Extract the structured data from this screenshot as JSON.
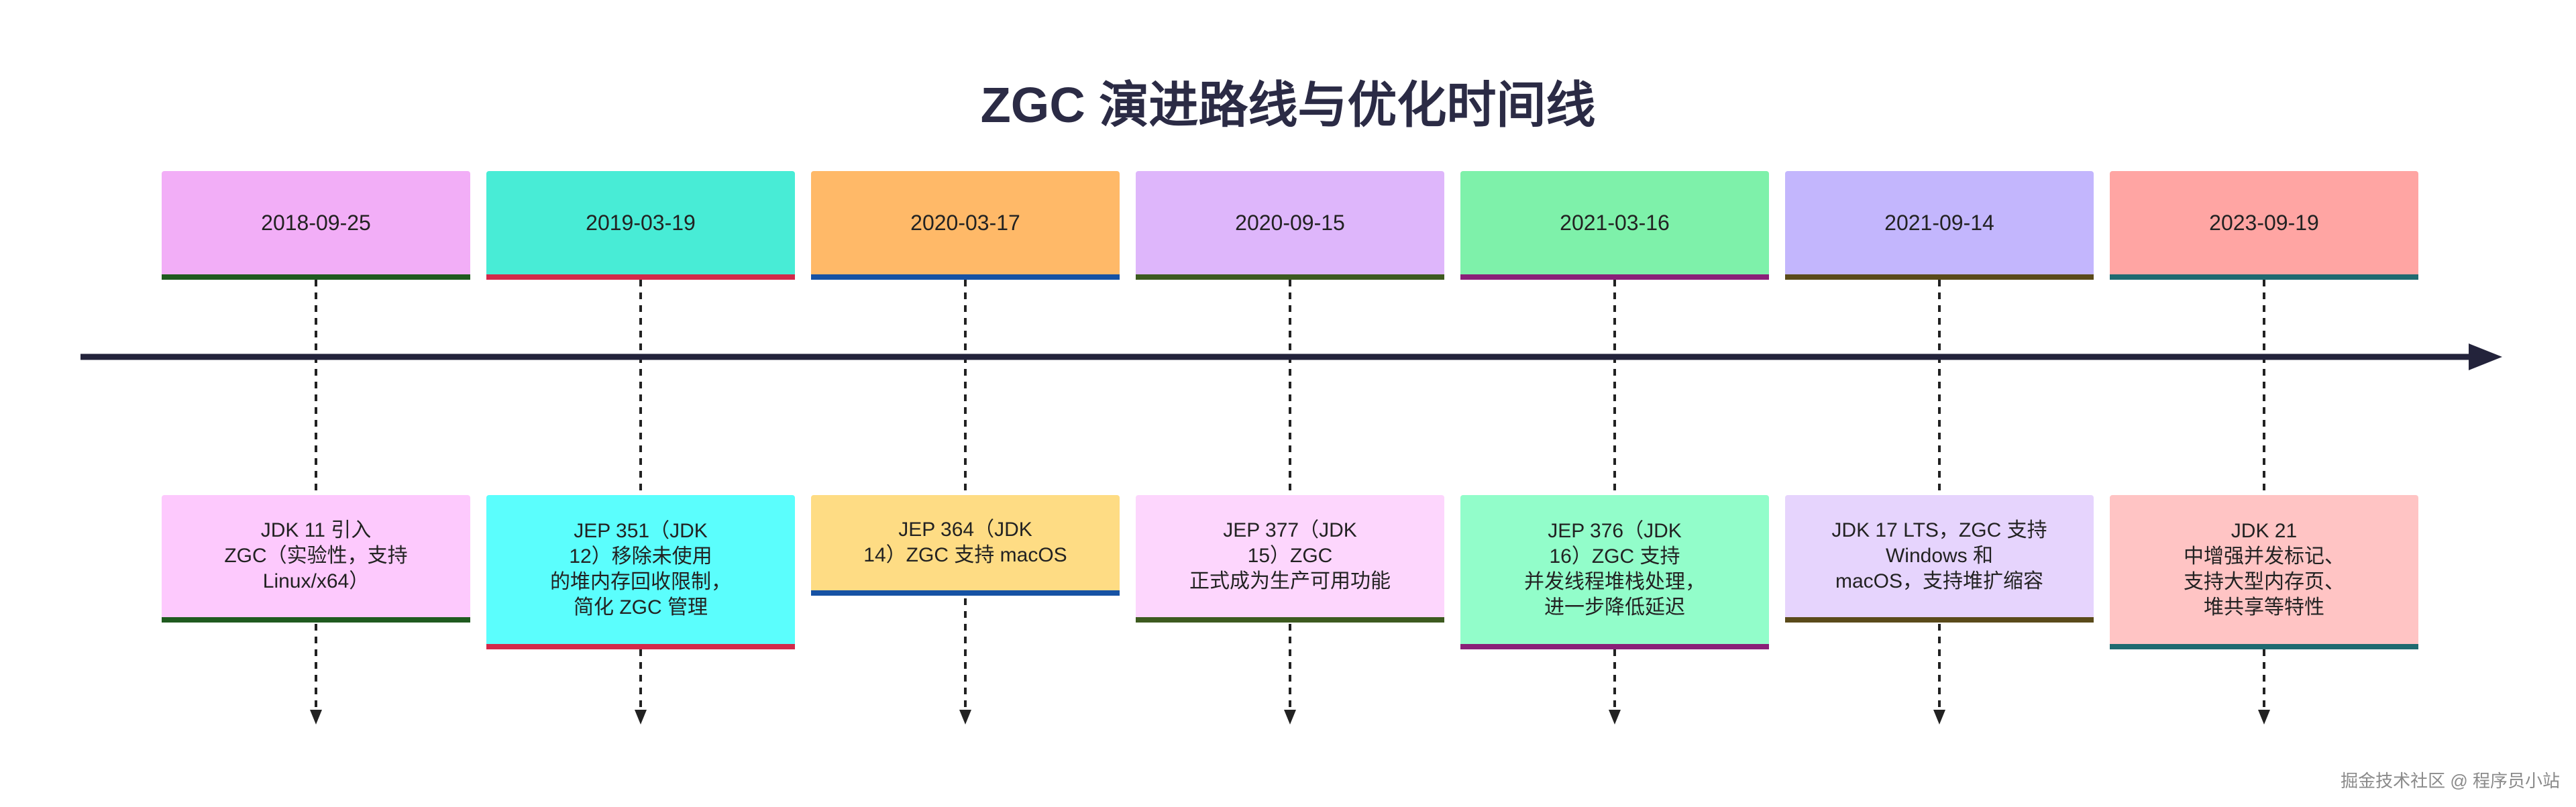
{
  "title": "ZGC 演进路线与优化时间线",
  "watermark": "掘金技术社区 @ 程序员小站",
  "events": [
    {
      "date": "2018-09-25",
      "text": "JDK 11 引入\nZGC（实验性，支持\nLinux/x64）",
      "date_color": "#f2aef7",
      "event_color": "#fdc9fd",
      "line_color": "#1f5a1f"
    },
    {
      "date": "2019-03-19",
      "text": "JEP 351（JDK\n12）移除未使用\n的堆内存回收限制，\n简化 ZGC 管理",
      "date_color": "#48ecd6",
      "event_color": "#5bfefd",
      "line_color": "#d3294a"
    },
    {
      "date": "2020-03-17",
      "text": "JEP 364（JDK\n14）ZGC 支持 macOS",
      "date_color": "#ffb968",
      "event_color": "#fedc84",
      "line_color": "#1652a4"
    },
    {
      "date": "2020-09-15",
      "text": "JEP 377（JDK\n15）ZGC\n正式成为生产可用功能",
      "date_color": "#deb6fb",
      "event_color": "#fdd6fd",
      "line_color": "#3d5a1f"
    },
    {
      "date": "2021-03-16",
      "text": "JEP 376（JDK\n16）ZGC 支持\n并发线程堆栈处理，\n进一步降低延迟",
      "date_color": "#7ef1aa",
      "event_color": "#92fdca",
      "line_color": "#8a1f78"
    },
    {
      "date": "2021-09-14",
      "text": "JDK 17 LTS，ZGC 支持\nWindows 和\nmacOS，支持堆扩缩容",
      "date_color": "#c3b6fd",
      "event_color": "#e6d4fd",
      "line_color": "#5a4a1a"
    },
    {
      "date": "2023-09-19",
      "text": "JDK 21\n中增强并发标记、\n支持大型内存页、\n堆共享等特性",
      "date_color": "#ffa5a3",
      "event_color": "#ffc4c4",
      "line_color": "#1f6a70"
    }
  ]
}
